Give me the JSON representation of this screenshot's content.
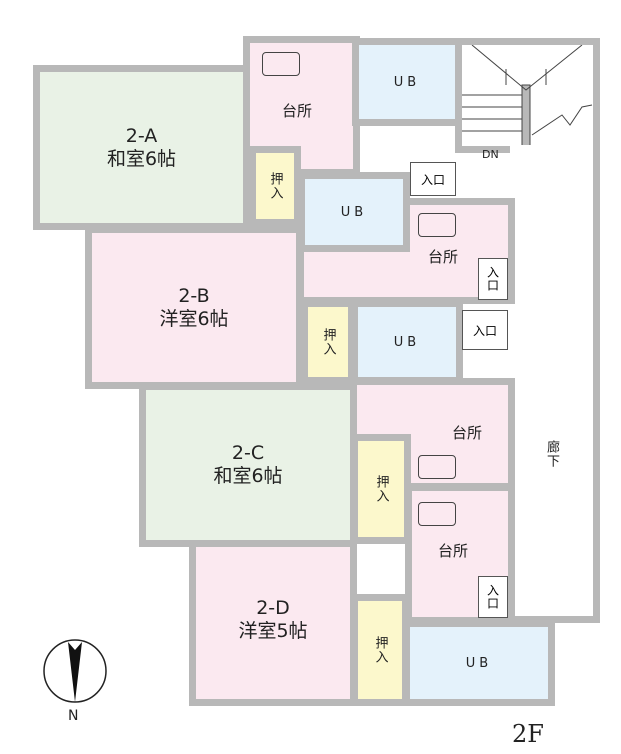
{
  "rooms": {
    "a": {
      "id": "2-A",
      "type": "和室6帖"
    },
    "b": {
      "id": "2-B",
      "type": "洋室6帖"
    },
    "c": {
      "id": "2-C",
      "type": "和室6帖"
    },
    "d": {
      "id": "2-D",
      "type": "洋室5帖"
    }
  },
  "labels": {
    "closet": "押入",
    "unit_bath": "UB",
    "kitchen": "台所",
    "entrance": "入口",
    "corridor": "廊下",
    "down": "DN",
    "north": "N",
    "floor": "2F"
  },
  "colors": {
    "wall": "#b8b8b8",
    "japanese_room": "#e9f2e6",
    "western_room": "#fbe9f0",
    "bath": "#e4f2fb",
    "closet": "#fcf8cc"
  }
}
